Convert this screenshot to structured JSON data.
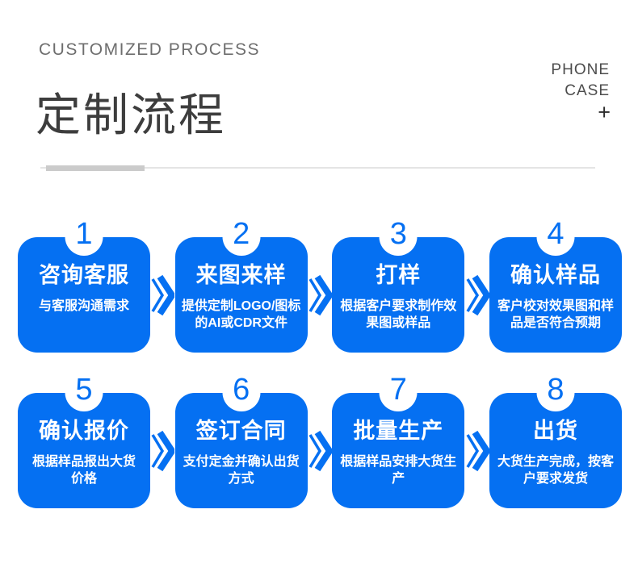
{
  "header": {
    "kicker": "CUSTOMIZED PROCESS",
    "title": "定制流程",
    "corner_line1": "PHONE",
    "corner_line2": "CASE",
    "corner_plus": "+"
  },
  "colors": {
    "accent_blue": "#0570f2",
    "title_dark": "#3d3d3d",
    "kicker_gray": "#6e6e6e",
    "divider_thick": "#cbcbcb",
    "divider_thin": "#e4e4e4",
    "card_text": "#ffffff"
  },
  "icons": {
    "between_steps": "double-chevron-right"
  },
  "steps": [
    {
      "num": "1",
      "title": "咨询客服",
      "desc_lines": [
        "与客服沟通需求"
      ]
    },
    {
      "num": "2",
      "title": "来图来样",
      "desc_lines": [
        "提供定制LOGO/图标",
        "的AI或CDR文件"
      ]
    },
    {
      "num": "3",
      "title": "打样",
      "desc_lines": [
        "根据客户要求制作效",
        "果图或样品"
      ]
    },
    {
      "num": "4",
      "title": "确认样品",
      "desc_lines": [
        "客户校对效果图和样",
        "品是否符合预期"
      ]
    },
    {
      "num": "5",
      "title": "确认报价",
      "desc_lines": [
        "根据样品报出大货",
        "价格"
      ]
    },
    {
      "num": "6",
      "title": "签订合同",
      "desc_lines": [
        "支付定金并确认出货",
        "方式"
      ]
    },
    {
      "num": "7",
      "title": "批量生产",
      "desc_lines": [
        "根据样品安排大货生",
        "产"
      ]
    },
    {
      "num": "8",
      "title": "出货",
      "desc_lines": [
        "大货生产完成，按客",
        "户要求发货"
      ]
    }
  ]
}
